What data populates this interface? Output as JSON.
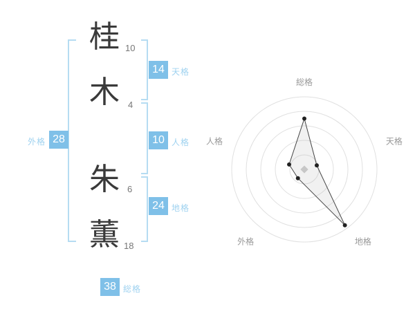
{
  "name": {
    "chars": [
      {
        "char": "桂",
        "strokes": "10"
      },
      {
        "char": "木",
        "strokes": "4"
      },
      {
        "char": "朱",
        "strokes": "6"
      },
      {
        "char": "薫",
        "strokes": "18"
      }
    ]
  },
  "badges": {
    "tenkaku": {
      "value": "14",
      "label": "天格"
    },
    "jinkaku": {
      "value": "10",
      "label": "人格"
    },
    "chikaku": {
      "value": "24",
      "label": "地格"
    },
    "soukaku": {
      "value": "38",
      "label": "総格"
    },
    "gaikaku": {
      "value": "28",
      "label": "外格"
    }
  },
  "chart_data": {
    "type": "radar",
    "title": "",
    "categories": [
      "総格",
      "天格",
      "地格",
      "外格",
      "人格"
    ],
    "values": [
      70,
      18,
      95,
      15,
      22
    ],
    "max": 100,
    "rings": 5,
    "kaku_numbers": {
      "総格": 38,
      "天格": 14,
      "地格": 24,
      "外格": 28,
      "人格": 10
    },
    "legend": "none",
    "grid": "concentric-circles"
  },
  "colors": {
    "badge_bg": "#7fc0e8",
    "badge_text": "#ffffff",
    "label_text": "#9fd2f0",
    "bracket": "#b5dcf2",
    "ring": "#e0e0e0",
    "axis_label": "#999999",
    "polygon_fill": "rgba(180,180,180,0.18)",
    "polygon_stroke": "#444444",
    "point": "#222222",
    "center_marker": "#cccccc"
  }
}
